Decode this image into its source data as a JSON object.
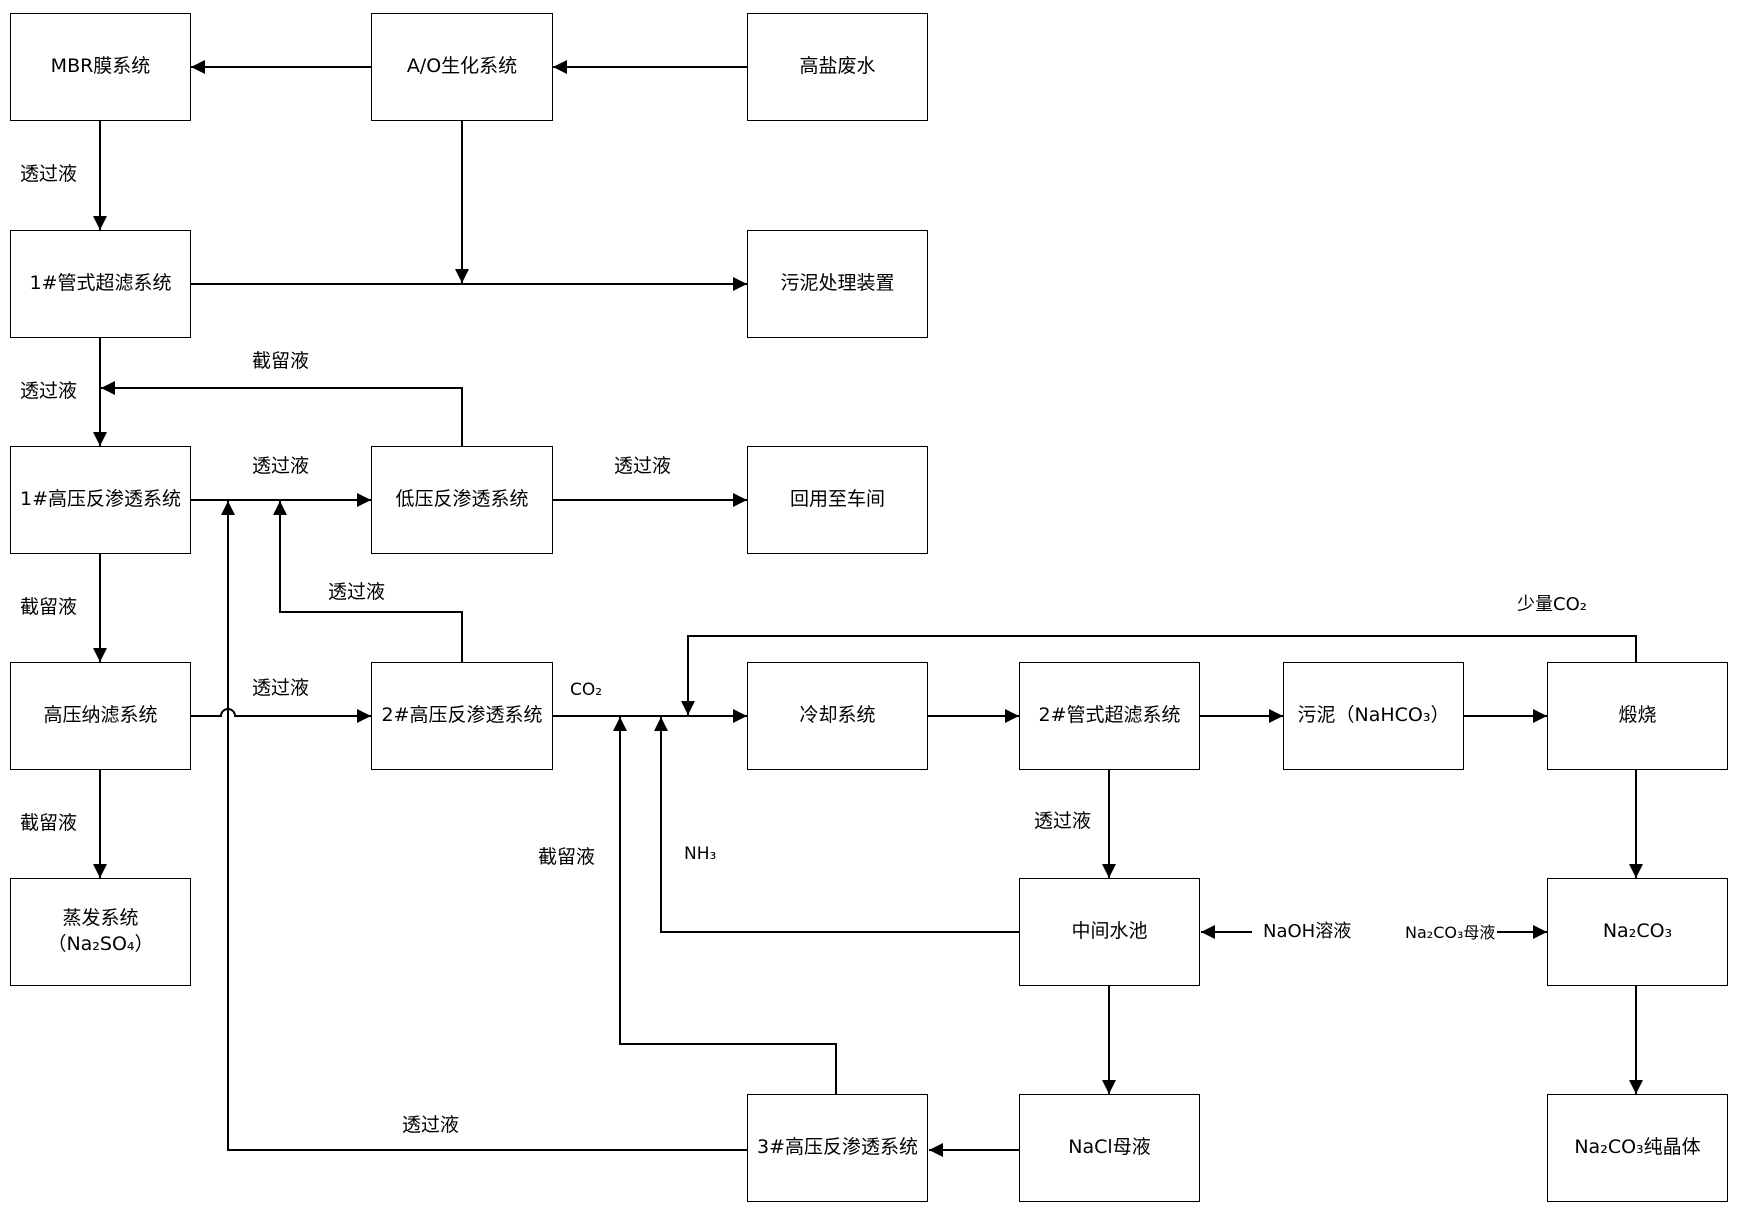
{
  "boxes": {
    "mbr": "MBR膜系统",
    "ao": "A/O生化系统",
    "high_salt": "高盐废水",
    "uf1": "1#管式超滤系统",
    "sludge_treat": "污泥处理装置",
    "hpro1": "1#高压反渗透系统",
    "lpro": "低压反渗透系统",
    "reuse": "回用至车间",
    "hpnf": "高压纳滤系统",
    "hpro2": "2#高压反渗透系统",
    "cooling": "冷却系统",
    "uf2": "2#管式超滤系统",
    "sludge_nahco3": "污泥（NaHCO₃）",
    "calcine": "煅烧",
    "evap_line1": "蒸发系统",
    "evap_line2": "（Na₂SO₄）",
    "mid_tank": "中间水池",
    "na2co3": "Na₂CO₃",
    "nacl_mother": "NaCl母液",
    "hpro3": "3#高压反渗透系统",
    "na2co3_crystal": "Na₂CO₃纯晶体"
  },
  "labels": {
    "permeate_1": "透过液",
    "permeate_2": "透过液",
    "retentate_1": "截留液",
    "permeate_3": "透过液",
    "permeate_4": "透过液",
    "retentate_2": "截留液",
    "permeate_5": "透过液",
    "permeate_6": "透过液",
    "retentate_3": "截留液",
    "co2": "CO₂",
    "small_co2": "少量CO₂",
    "permeate_7": "透过液",
    "retentate_4": "截留液",
    "nh3": "NH₃",
    "naoh": "NaOH溶液",
    "na2co3_mother": "Na₂CO₃母液",
    "permeate_8": "透过液"
  }
}
